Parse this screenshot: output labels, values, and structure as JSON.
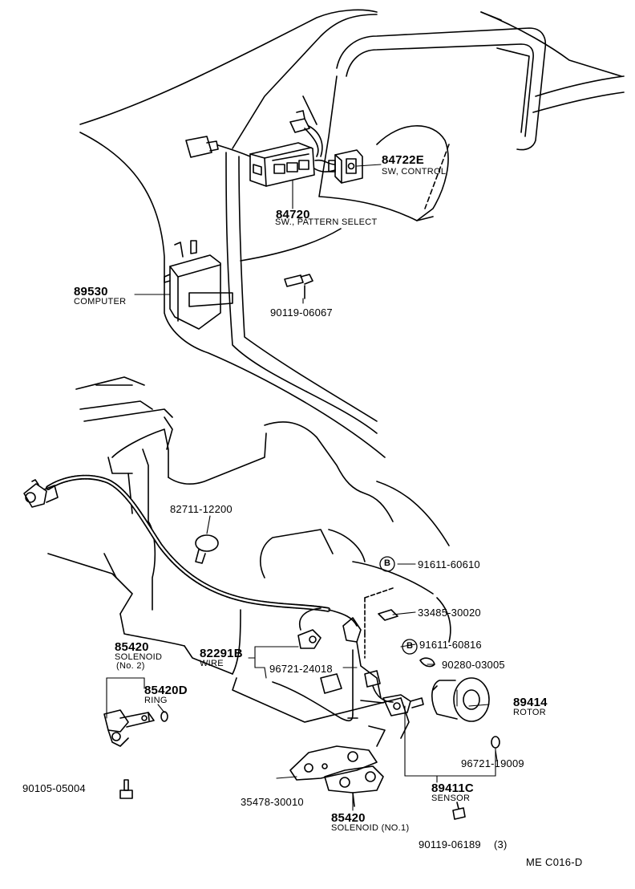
{
  "diagram_code": "ME  C016-D",
  "callouts": {
    "sw_control": {
      "part": "84722E",
      "desc": "SW, CONTROL"
    },
    "sw_pattern_select": {
      "part": "84720",
      "desc": "SW., PATTERN SELECT"
    },
    "computer": {
      "part": "89530",
      "desc": "COMPUTER"
    },
    "screw_top": {
      "part": "90119-06067"
    },
    "clamp": {
      "part": "82711-12200"
    },
    "bolt_b1": {
      "badge": "B",
      "part": "91611-60610"
    },
    "bracket": {
      "part": "33485-30020"
    },
    "bolt_b2": {
      "badge": "B",
      "part": "91611-60816"
    },
    "ring_small": {
      "part": "90280-03005"
    },
    "rotor": {
      "part": "89414",
      "desc": "ROTOR"
    },
    "solenoid_no2": {
      "part": "85420",
      "desc": "SOLENOID",
      "sub": "(No. 2)"
    },
    "ring": {
      "part": "85420D",
      "desc": "RING"
    },
    "wire": {
      "part": "82291B",
      "desc": "WIRE"
    },
    "oring": {
      "part": "96721-24018"
    },
    "oring_sensor": {
      "part": "96721-19009"
    },
    "sensor": {
      "part": "89411C",
      "desc": "SENSOR"
    },
    "bolt_left": {
      "part": "90105-05004"
    },
    "gasket": {
      "part": "35478-30010"
    },
    "solenoid_no1": {
      "part": "85420",
      "desc": "SOLENOID  (NO.1)"
    },
    "screw_bottom": {
      "part": "90119-06189",
      "qty": "(3)"
    }
  }
}
